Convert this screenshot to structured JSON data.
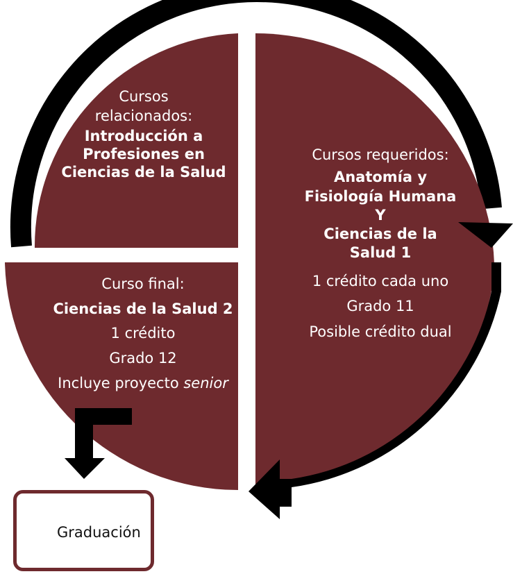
{
  "colors": {
    "quadrant_fill": "#6e2a2e",
    "arrow": "#000000",
    "text": "#ffffff",
    "box_border": "#6e2a2e"
  },
  "quadrants": {
    "top_left": {
      "heading_line1": "Cursos",
      "heading_line2": "relacionados:",
      "bold_line1": "Introducción a",
      "bold_line2": "Profesiones en",
      "bold_line3": "Ciencias de la Salud"
    },
    "right": {
      "heading": "Cursos requeridos:",
      "bold_line1": "Anatomía y",
      "bold_line2": "Fisiología Humana",
      "bold_line3": "Y",
      "bold_line4": "Ciencias de la",
      "bold_line5": "Salud 1",
      "detail1": "1 crédito cada uno",
      "detail2": "Grado 11",
      "detail3": "Posible crédito dual"
    },
    "bottom_left": {
      "heading": "Curso final:",
      "bold_line1": "Ciencias de la Salud 2",
      "detail1": "1 crédito",
      "detail2": "Grado 12",
      "detail3_prefix": "Incluye proyecto ",
      "detail3_italic": "senior"
    }
  },
  "graduation": {
    "label": "Graduación",
    "icon": "graduation-cap-icon"
  }
}
